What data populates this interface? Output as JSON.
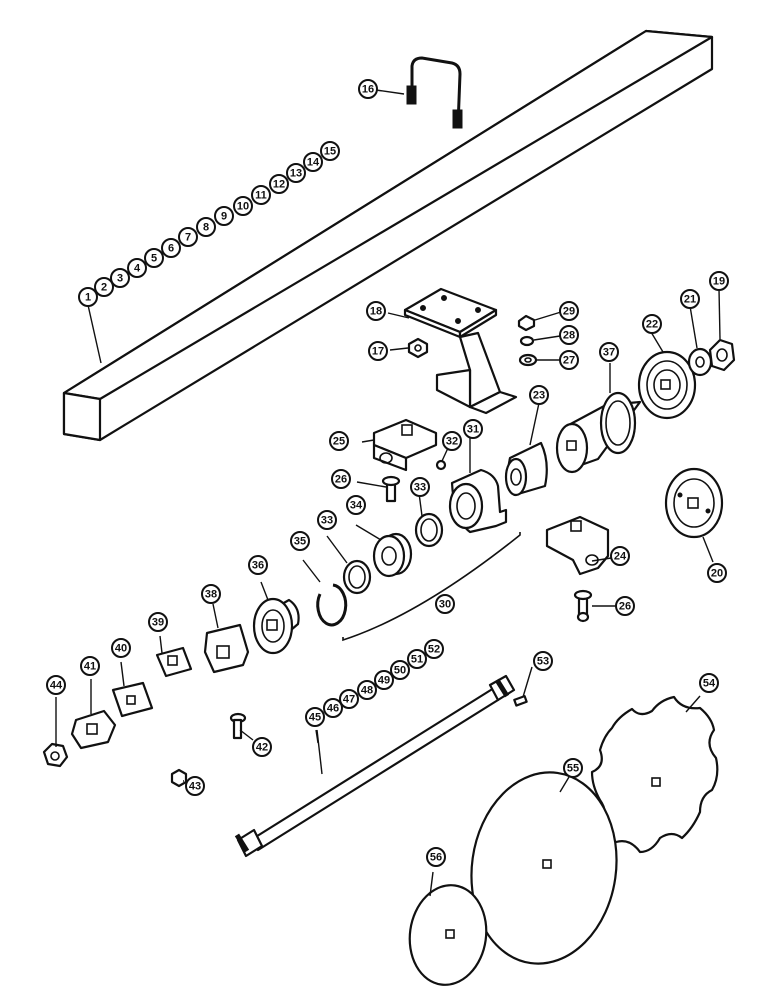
{
  "callouts": [
    {
      "id": "c1",
      "text": "1"
    },
    {
      "id": "c2",
      "text": "2"
    },
    {
      "id": "c3",
      "text": "3"
    },
    {
      "id": "c4",
      "text": "4"
    },
    {
      "id": "c5",
      "text": "5"
    },
    {
      "id": "c6",
      "text": "6"
    },
    {
      "id": "c7",
      "text": "7"
    },
    {
      "id": "c8",
      "text": "8"
    },
    {
      "id": "c9",
      "text": "9"
    },
    {
      "id": "c10",
      "text": "10"
    },
    {
      "id": "c11",
      "text": "11"
    },
    {
      "id": "c12",
      "text": "12"
    },
    {
      "id": "c13",
      "text": "13"
    },
    {
      "id": "c14",
      "text": "14"
    },
    {
      "id": "c15",
      "text": "15"
    },
    {
      "id": "c16",
      "text": "16"
    },
    {
      "id": "c17",
      "text": "17"
    },
    {
      "id": "c18",
      "text": "18"
    },
    {
      "id": "c19",
      "text": "19"
    },
    {
      "id": "c20",
      "text": "20"
    },
    {
      "id": "c21",
      "text": "21"
    },
    {
      "id": "c22",
      "text": "22"
    },
    {
      "id": "c23",
      "text": "23"
    },
    {
      "id": "c24",
      "text": "24"
    },
    {
      "id": "c25",
      "text": "25"
    },
    {
      "id": "c26a",
      "text": "26"
    },
    {
      "id": "c26b",
      "text": "26"
    },
    {
      "id": "c27",
      "text": "27"
    },
    {
      "id": "c28",
      "text": "28"
    },
    {
      "id": "c29",
      "text": "29"
    },
    {
      "id": "c30",
      "text": "30"
    },
    {
      "id": "c31",
      "text": "31"
    },
    {
      "id": "c32",
      "text": "32"
    },
    {
      "id": "c33a",
      "text": "33"
    },
    {
      "id": "c33b",
      "text": "33"
    },
    {
      "id": "c34",
      "text": "34"
    },
    {
      "id": "c35",
      "text": "35"
    },
    {
      "id": "c36",
      "text": "36"
    },
    {
      "id": "c37",
      "text": "37"
    },
    {
      "id": "c38",
      "text": "38"
    },
    {
      "id": "c39",
      "text": "39"
    },
    {
      "id": "c40",
      "text": "40"
    },
    {
      "id": "c41",
      "text": "41"
    },
    {
      "id": "c42",
      "text": "42"
    },
    {
      "id": "c43",
      "text": "43"
    },
    {
      "id": "c44",
      "text": "44"
    },
    {
      "id": "c45",
      "text": "45"
    },
    {
      "id": "c46",
      "text": "46"
    },
    {
      "id": "c47",
      "text": "47"
    },
    {
      "id": "c48",
      "text": "48"
    },
    {
      "id": "c49",
      "text": "49"
    },
    {
      "id": "c50",
      "text": "50"
    },
    {
      "id": "c51",
      "text": "51"
    },
    {
      "id": "c52",
      "text": "52"
    },
    {
      "id": "c53",
      "text": "53"
    },
    {
      "id": "c54",
      "text": "54"
    },
    {
      "id": "c55",
      "text": "55"
    },
    {
      "id": "c56",
      "text": "56"
    }
  ],
  "colors": {
    "ink": "#111111",
    "paper": "#ffffff"
  }
}
